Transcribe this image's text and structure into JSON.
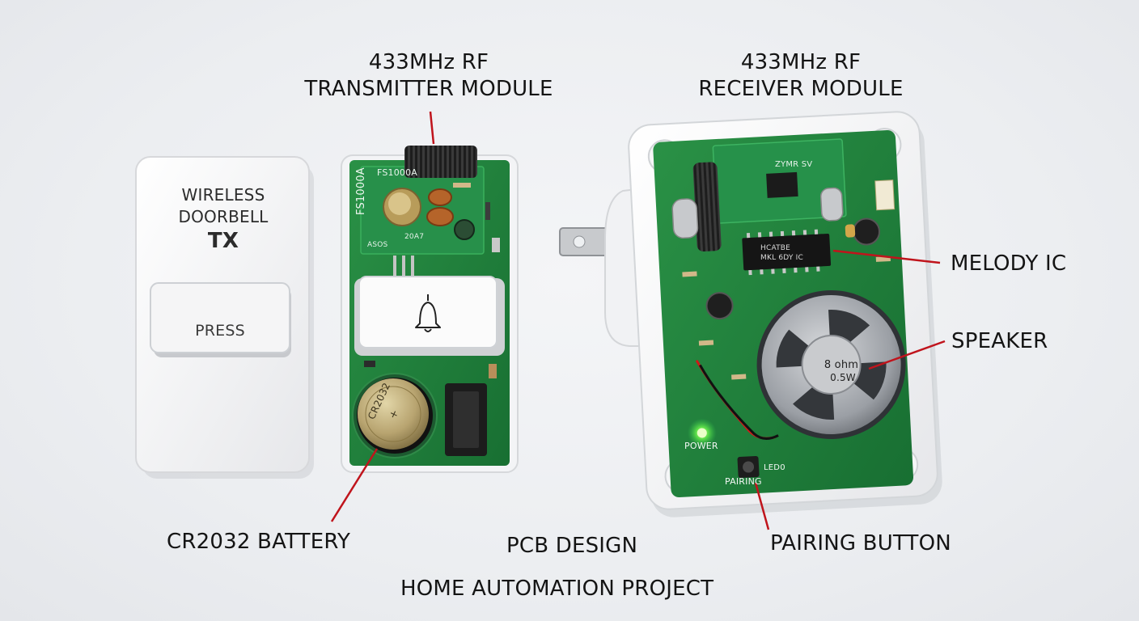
{
  "labels": {
    "tx_module": [
      "433MHz RF",
      "TRANSMITTER MODULE"
    ],
    "rx_module": [
      "433MHz RF",
      "RECEIVER MODULE"
    ],
    "melody_ic": "MELODY IC",
    "speaker": "SPEAKER",
    "battery": "CR2032 BATTERY",
    "pcb_design": "PCB DESIGN",
    "pairing_button": "PAIRING BUTTON",
    "project": "HOME AUTOMATION PROJECT"
  },
  "tx_cover": {
    "line1": "WIRELESS",
    "line2": "DOORBELL",
    "line3": "TX",
    "button": "PRESS"
  },
  "tx_board": {
    "module_part": "FS1000A",
    "module_part_vertical": "FS1000A",
    "marking_a": "ASOS",
    "marking_b": "20A7",
    "battery_marking": "CR2032",
    "bell_icon": "bell-icon"
  },
  "rx_board": {
    "module_marking": "ZYMR SV",
    "ic_marking_1": "HCATBE",
    "ic_marking_2": "MKL 6DY IC",
    "speaker_line1": "8 ohm",
    "speaker_line2": "0.5W",
    "power_label": "POWER",
    "pairing_label": "PAIRING",
    "led_label": "LED0"
  },
  "colors": {
    "pcb_green": "#1f7f3c",
    "callout_red": "#c0141c",
    "case_white": "#f7f7f7"
  }
}
